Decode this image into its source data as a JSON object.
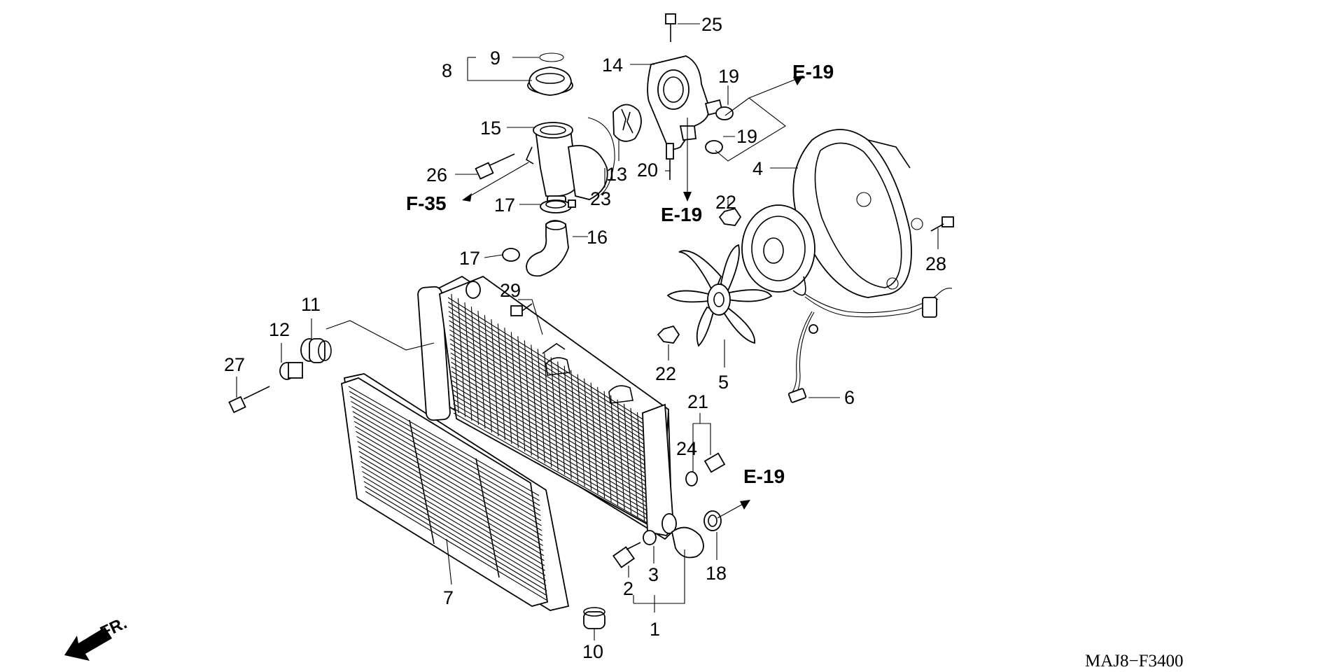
{
  "diagram_code": "MAJ8−F3400",
  "direction_label": "FR.",
  "parts": [
    {
      "id": "p1",
      "number": "1"
    },
    {
      "id": "p2",
      "number": "2"
    },
    {
      "id": "p3",
      "number": "3"
    },
    {
      "id": "p4",
      "number": "4"
    },
    {
      "id": "p5",
      "number": "5"
    },
    {
      "id": "p6",
      "number": "6"
    },
    {
      "id": "p7",
      "number": "7"
    },
    {
      "id": "p8",
      "number": "8"
    },
    {
      "id": "p9",
      "number": "9"
    },
    {
      "id": "p10",
      "number": "10"
    },
    {
      "id": "p11",
      "number": "11"
    },
    {
      "id": "p12",
      "number": "12"
    },
    {
      "id": "p13",
      "number": "13"
    },
    {
      "id": "p14",
      "number": "14"
    },
    {
      "id": "p15",
      "number": "15"
    },
    {
      "id": "p16",
      "number": "16"
    },
    {
      "id": "p17a",
      "number": "17"
    },
    {
      "id": "p17b",
      "number": "17"
    },
    {
      "id": "p18",
      "number": "18"
    },
    {
      "id": "p19a",
      "number": "19"
    },
    {
      "id": "p19b",
      "number": "19"
    },
    {
      "id": "p20",
      "number": "20"
    },
    {
      "id": "p21",
      "number": "21"
    },
    {
      "id": "p22a",
      "number": "22"
    },
    {
      "id": "p22b",
      "number": "22"
    },
    {
      "id": "p23",
      "number": "23"
    },
    {
      "id": "p24",
      "number": "24"
    },
    {
      "id": "p25",
      "number": "25"
    },
    {
      "id": "p26",
      "number": "26"
    },
    {
      "id": "p27",
      "number": "27"
    },
    {
      "id": "p28",
      "number": "28"
    },
    {
      "id": "p29",
      "number": "29"
    }
  ],
  "references": [
    {
      "id": "r1",
      "label": "E-19"
    },
    {
      "id": "r2",
      "label": "E-19"
    },
    {
      "id": "r3",
      "label": "E-19"
    },
    {
      "id": "r4",
      "label": "F-35"
    }
  ]
}
